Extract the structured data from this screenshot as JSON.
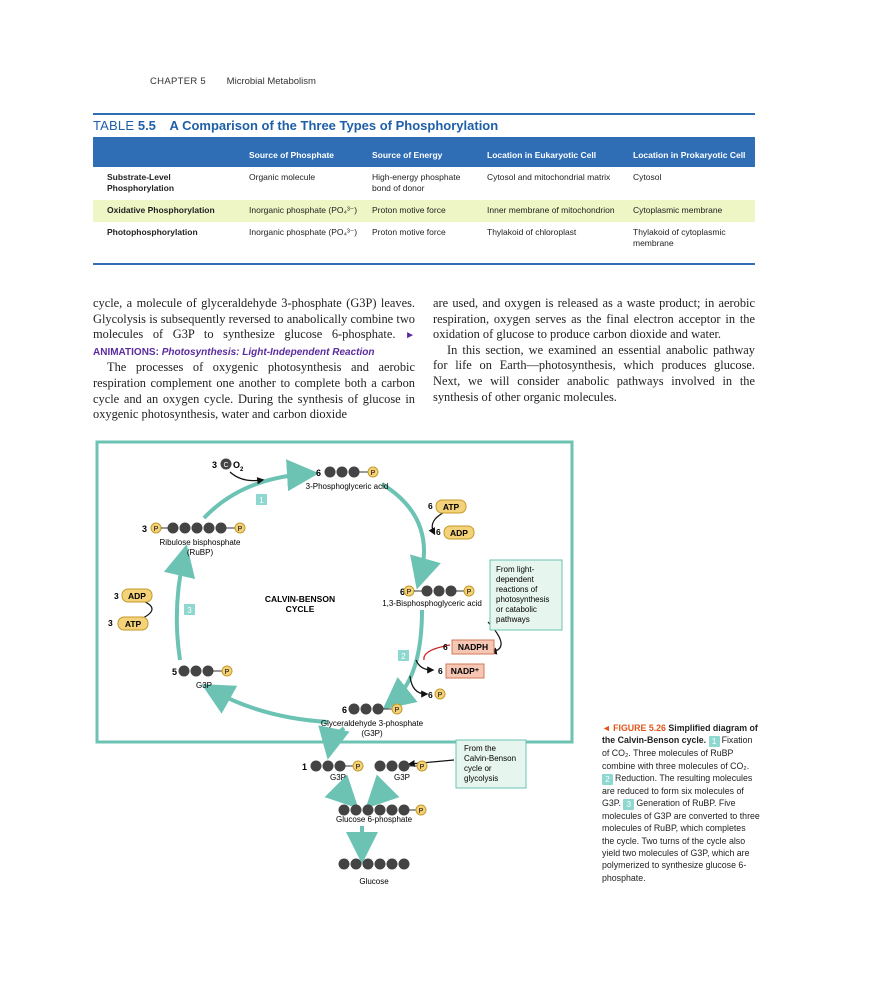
{
  "header": {
    "chapter": "CHAPTER 5",
    "section": "Microbial Metabolism"
  },
  "table": {
    "label": "TABLE",
    "number": "5.5",
    "title": "A Comparison of the Three Types of Phosphorylation",
    "columns": [
      "",
      "Source of Phosphate",
      "Source of Energy",
      "Location in Eukaryotic Cell",
      "Location in Prokaryotic Cell"
    ],
    "rows": [
      {
        "name": "Substrate-Level Phosphorylation",
        "phosphate": "Organic molecule",
        "energy": "High-energy phosphate bond of donor",
        "eukaryotic": "Cytosol and mitochondrial matrix",
        "prokaryotic": "Cytosol"
      },
      {
        "name": "Oxidative Phosphorylation",
        "phosphate": "Inorganic phosphate (PO₄³⁻)",
        "energy": "Proton motive force",
        "eukaryotic": "Inner membrane of mitochondrion",
        "prokaryotic": "Cytoplasmic membrane"
      },
      {
        "name": "Photophosphorylation",
        "phosphate": "Inorganic phosphate (PO₄³⁻)",
        "energy": "Proton motive force",
        "eukaryotic": "Thylakoid of chloroplast",
        "prokaryotic": "Thylakoid of cytoplasmic membrane"
      }
    ]
  },
  "body": {
    "col1_p1": "cycle, a molecule of glyceraldehyde 3-phosphate (G3P) leaves. Glycolysis is subsequently reversed to anabolically combine two molecules of G3P to synthesize glucose 6-phosphate.",
    "animations_label": "► ANIMATIONS:",
    "animations_title": "Photosynthesis: Light-Independent Reaction",
    "col1_p2": "The processes of oxygenic photosynthesis and aerobic respiration complement one another to complete both a carbon cycle and an oxygen cycle. During the synthesis of glucose in oxygenic photosynthesis, water and carbon dioxide",
    "col2_p1": "are used, and oxygen is released as a waste product; in aerobic respiration, oxygen serves as the final electron acceptor in the oxidation of glucose to produce carbon dioxide and water.",
    "col2_p2": "In this section, we examined an essential anabolic pathway for life on Earth—photosynthesis, which produces glucose. Next, we will consider anabolic pathways involved in the synthesis of other organic molecules."
  },
  "diagram": {
    "cycle_title_1": "CALVIN-BENSON",
    "cycle_title_2": "CYCLE",
    "co2_count": "3",
    "co2_label": "O",
    "c": "C",
    "p": "P",
    "pga_count": "6",
    "pga_label": "3-Phosphoglyceric acid",
    "atp": "ATP",
    "adp": "ADP",
    "nadph": "NADPH",
    "nadp": "NADP⁺",
    "six": "6",
    "three": "3",
    "one": "1",
    "five": "5",
    "bpg_label": "1,3-Bisphosphoglyceric acid",
    "rubp_label_1": "Ribulose bisphosphate",
    "rubp_label_2": "(RuBP)",
    "g3p": "G3P",
    "gap_label_1": "Glyceraldehyde 3-phosphate",
    "gap_label_2": "(G3P)",
    "light_box": [
      "From light-",
      "dependent",
      "reactions of",
      "photosynthesis",
      "or catabolic",
      "pathways"
    ],
    "calvin_box": [
      "From the",
      "Calvin-Benson",
      "cycle or",
      "glycolysis"
    ],
    "glucose6p_label": "Glucose 6-phosphate",
    "glucose_label": "Glucose",
    "step1": "1",
    "step2": "2",
    "step3": "3"
  },
  "caption": {
    "figure": "◄ FIGURE 5.26",
    "title": "Simplified diagram of the Calvin-Benson cycle.",
    "s1": "1",
    "t1": "Fixation of CO₂. Three molecules of RuBP combine with three molecules of CO₂.",
    "s2": "2",
    "t2": "Reduction. The resulting molecules are reduced to form six molecules of G3P.",
    "s3": "3",
    "t3": "Generation of RuBP. Five molecules of G3P are converted to three molecules of RuBP, which completes the cycle. Two turns of the cycle also yield two molecules of G3P, which are polymerized to synthesize glucose 6-phosphate."
  }
}
